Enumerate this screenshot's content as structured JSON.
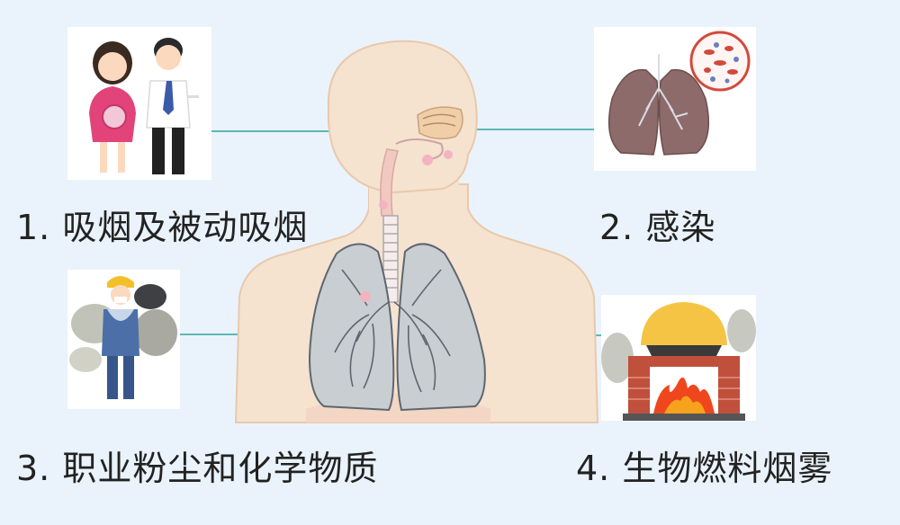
{
  "items": [
    {
      "number": "1.",
      "text": "吸烟及被动吸烟"
    },
    {
      "number": "2.",
      "text": "感染"
    },
    {
      "number": "3.",
      "text": "职业粉尘和化学物质"
    },
    {
      "number": "4.",
      "text": "生物燃料烟雾"
    }
  ],
  "colors": {
    "background": "#eaf3fb",
    "connector": "#5cb8b2",
    "skin": "#f5e2cf",
    "lung": "#c9ced3",
    "lung_outline": "#5d6670",
    "text": "#222222"
  },
  "icons": [
    "smoking-couple-icon",
    "infected-lungs-icon",
    "dusty-worker-icon",
    "biomass-stove-icon",
    "human-respiratory-system-icon"
  ]
}
